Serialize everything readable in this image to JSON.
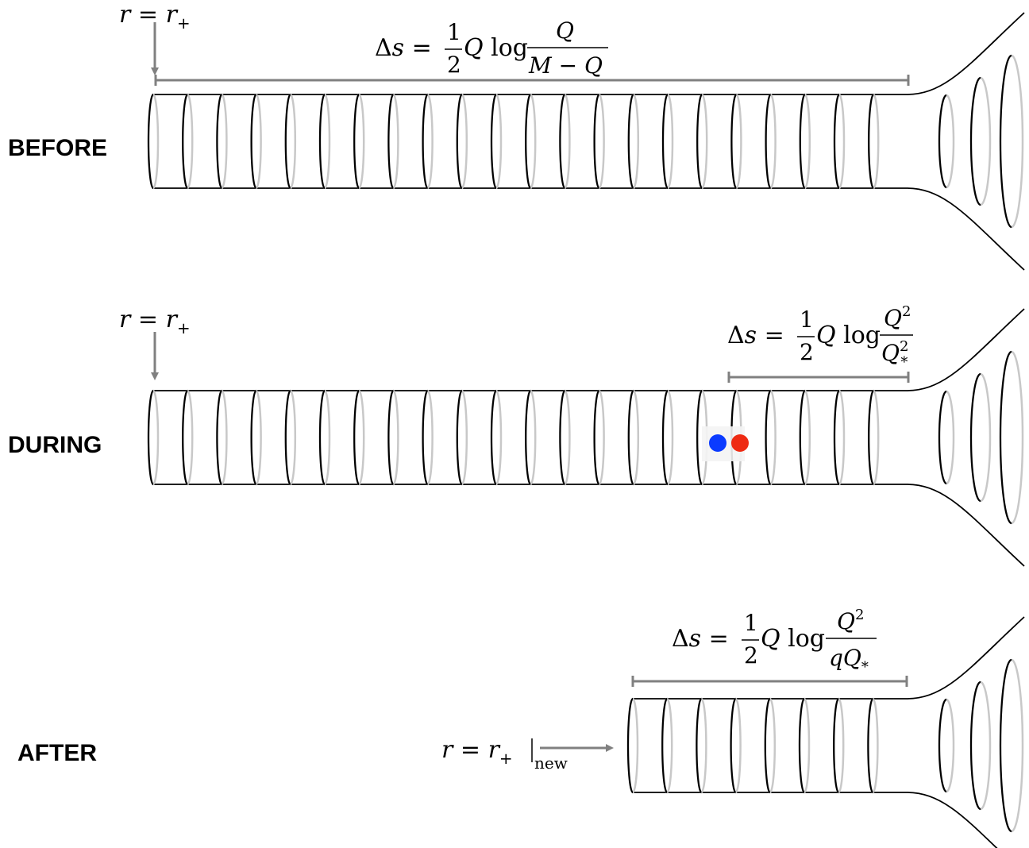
{
  "panels": [
    {
      "label": "BEFORE",
      "horizon_label": "r = r+",
      "delta_s": {
        "lhs": "Δs = ",
        "num": "1",
        "den": "2",
        "mid": "Q log ",
        "frac_num": "Q",
        "frac_den": "M − Q"
      }
    },
    {
      "label": "DURING",
      "horizon_label": "r = r+",
      "delta_s": {
        "lhs": "Δs = ",
        "num": "1",
        "den": "2",
        "mid": "Q log ",
        "frac_num": "Q²",
        "frac_den": "Q²*"
      }
    },
    {
      "label": "AFTER",
      "horizon_label": "r = r+|new",
      "delta_s": {
        "lhs": "Δs = ",
        "num": "1",
        "den": "2",
        "mid": "Q log ",
        "frac_num": "Q²",
        "frac_den": "qQ*"
      }
    }
  ],
  "particles": [
    {
      "name": "blue-particle",
      "color": "#0b3bff"
    },
    {
      "name": "red-particle",
      "color": "#ee2a12"
    }
  ],
  "colors": {
    "ring_back": "#c8c8c8",
    "arrow": "#808080"
  }
}
